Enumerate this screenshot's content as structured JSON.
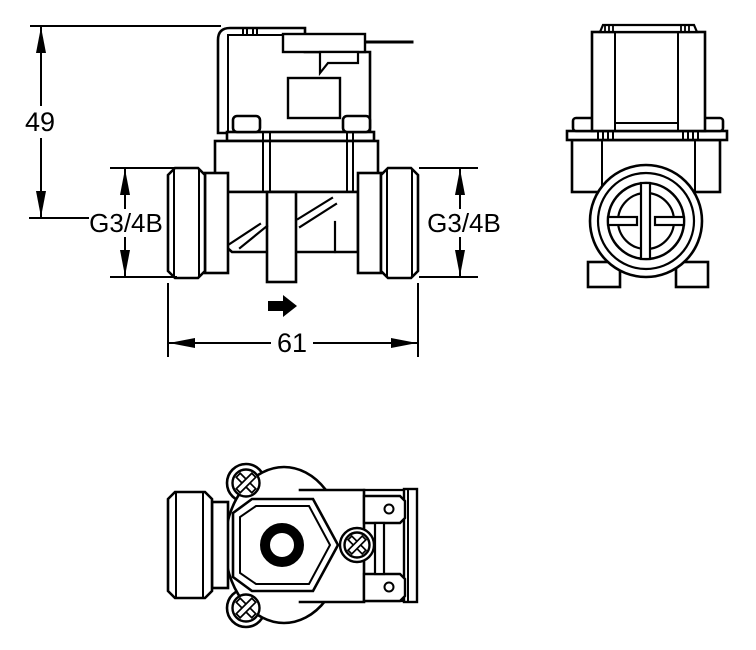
{
  "diagram": {
    "labels": {
      "height_dim": "49",
      "width_dim": "61",
      "thread_left": "G3/4B",
      "thread_right": "G3/4B"
    },
    "icons": {
      "flow_arrow": "flow-direction-arrow"
    },
    "colors": {
      "line": "#000000",
      "background": "#ffffff"
    }
  }
}
